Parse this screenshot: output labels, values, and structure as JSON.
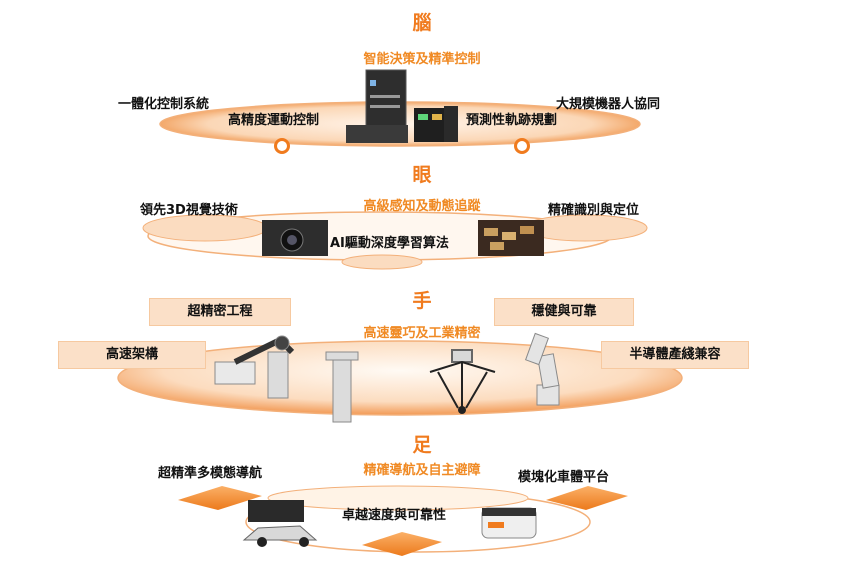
{
  "brain": {
    "title": "腦",
    "subtitle": "智能決策及精準控制",
    "labels": [
      "一體化控制系統",
      "高精度運動控制",
      "預測性軌跡規劃",
      "大規模機器人協同"
    ]
  },
  "eye": {
    "title": "眼",
    "subtitle": "高級感知及動態追蹤",
    "labels": [
      "領先3D視覺技術",
      "AI驅動深度學習算法",
      "精確識別與定位"
    ]
  },
  "hand": {
    "title": "手",
    "subtitle": "高速靈巧及工業精密",
    "labels": [
      "超精密工程",
      "穩健與可靠",
      "高速架構",
      "半導體產綫兼容"
    ]
  },
  "foot": {
    "title": "足",
    "subtitle": "精確導航及自主避障",
    "labels": [
      "超精準多模態導航",
      "模塊化車體平台",
      "卓越速度與可靠性"
    ]
  },
  "colors": {
    "accent": "#f07b1e",
    "box_fill": "#fbe0c8"
  }
}
